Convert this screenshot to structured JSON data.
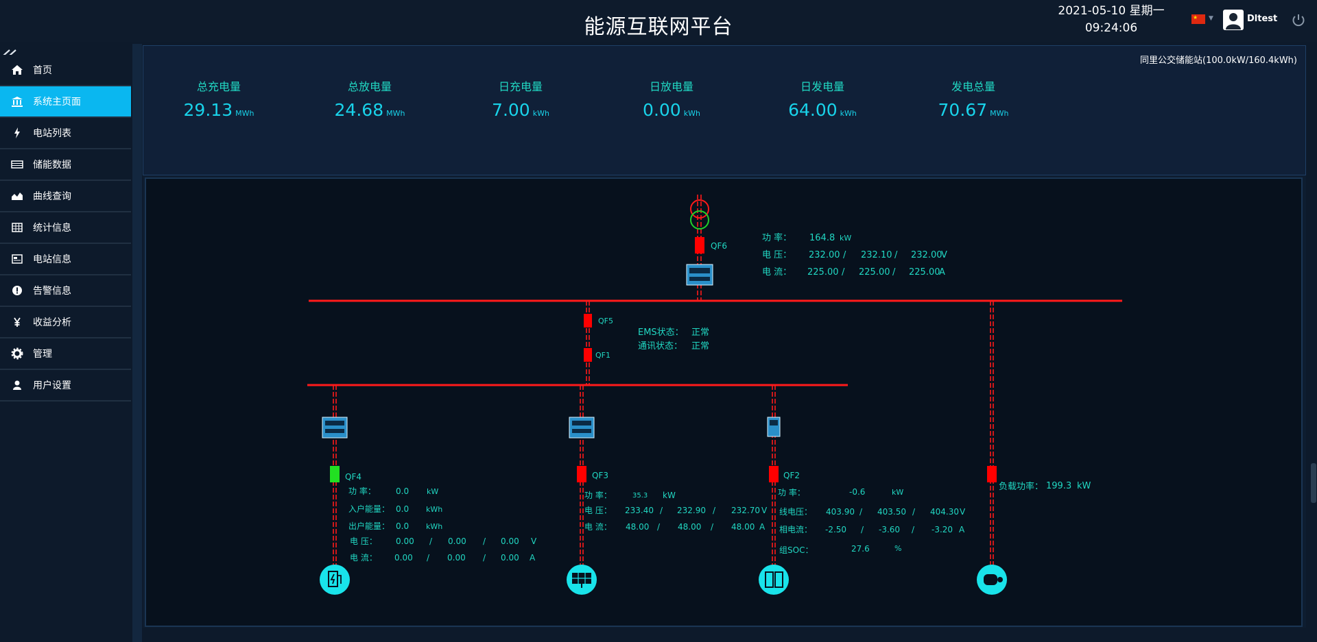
{
  "header": {
    "title": "能源互联网平台",
    "date": "2021-05-10 星期一",
    "time": "09:24:06",
    "flag_symbol": "★",
    "user": "Dltest"
  },
  "sidebar": {
    "collapse_glyph": "«",
    "items": [
      {
        "label": "首页",
        "icon": "home-icon"
      },
      {
        "label": "系统主页面",
        "icon": "bank-icon",
        "active": true
      },
      {
        "label": "电站列表",
        "icon": "bolt-icon"
      },
      {
        "label": "储能数据",
        "icon": "storage-icon"
      },
      {
        "label": "曲线查询",
        "icon": "area-chart-icon"
      },
      {
        "label": "统计信息",
        "icon": "table-icon"
      },
      {
        "label": "电站信息",
        "icon": "info-card-icon"
      },
      {
        "label": "告警信息",
        "icon": "alert-icon"
      },
      {
        "label": "收益分析",
        "icon": "yen-icon"
      },
      {
        "label": "管理",
        "icon": "gear-icon"
      },
      {
        "label": "用户设置",
        "icon": "user-icon"
      }
    ]
  },
  "station": "同里公交储能站(100.0kW/160.4kWh)",
  "stats": [
    {
      "label": "总充电量",
      "value": "29.13",
      "unit": "MWh"
    },
    {
      "label": "总放电量",
      "value": "24.68",
      "unit": "MWh"
    },
    {
      "label": "日充电量",
      "value": "7.00",
      "unit": "kWh"
    },
    {
      "label": "日放电量",
      "value": "0.00",
      "unit": "kWh"
    },
    {
      "label": "日发电量",
      "value": "64.00",
      "unit": "kWh"
    },
    {
      "label": "发电总量",
      "value": "70.67",
      "unit": "MWh"
    }
  ],
  "diagram": {
    "grid": {
      "breaker": "QF6",
      "power_label": "功 率：",
      "power": "164.8",
      "power_unit": "kW",
      "voltage_label": "电 压：",
      "voltages": [
        "232.00",
        "232.10",
        "232.00"
      ],
      "voltage_unit": "V",
      "current_label": "电 流：",
      "currents": [
        "225.00",
        "225.00",
        "225.00"
      ],
      "current_unit": "A"
    },
    "breakers_mid": [
      "QF5",
      "QF1"
    ],
    "ems_label": "EMS状态：",
    "ems_status": "正常",
    "comm_label": "通讯状态：",
    "comm_status": "正常",
    "sep": "/",
    "charger": {
      "breaker": "QF4",
      "power_label": "功 率：",
      "power": "0.0",
      "power_unit": "kW",
      "in_label": "入户能量：",
      "in": "0.0",
      "in_unit": "kWh",
      "out_label": "出户能量：",
      "out": "0.0",
      "out_unit": "kWh",
      "voltage_label": "电 压：",
      "voltages": [
        "0.00",
        "0.00",
        "0.00"
      ],
      "voltage_unit": "V",
      "current_label": "电 流：",
      "currents": [
        "0.00",
        "0.00",
        "0.00"
      ],
      "current_unit": "A"
    },
    "pv": {
      "breaker": "QF3",
      "power_label": "功 率：",
      "power": "35.3",
      "power_unit": "kW",
      "voltage_label": "电 压：",
      "voltages": [
        "233.40",
        "232.90",
        "232.70"
      ],
      "voltage_unit": "V",
      "current_label": "电 流：",
      "currents": [
        "48.00",
        "48.00",
        "48.00"
      ],
      "current_unit": "A"
    },
    "storage": {
      "breaker": "QF2",
      "power_label": "功 率：",
      "power": "-0.6",
      "power_unit": "kW",
      "voltage_label": "线电压：",
      "voltages": [
        "403.90",
        "403.50",
        "404.30"
      ],
      "voltage_unit": "V",
      "current_label": "相电流：",
      "currents": [
        "-2.50",
        "-3.60",
        "-3.20"
      ],
      "current_unit": "A",
      "soc_label": "组SOC：",
      "soc": "27.6",
      "soc_unit": "%"
    },
    "load": {
      "label": "负载功率：",
      "power": "199.3",
      "power_unit": "kW"
    },
    "colors": {
      "line": "#ff1a1a",
      "breaker_closed": "#ff0000",
      "breaker_open": "#22e022",
      "text": "#21d8c3",
      "device": "#19e3ea"
    }
  }
}
